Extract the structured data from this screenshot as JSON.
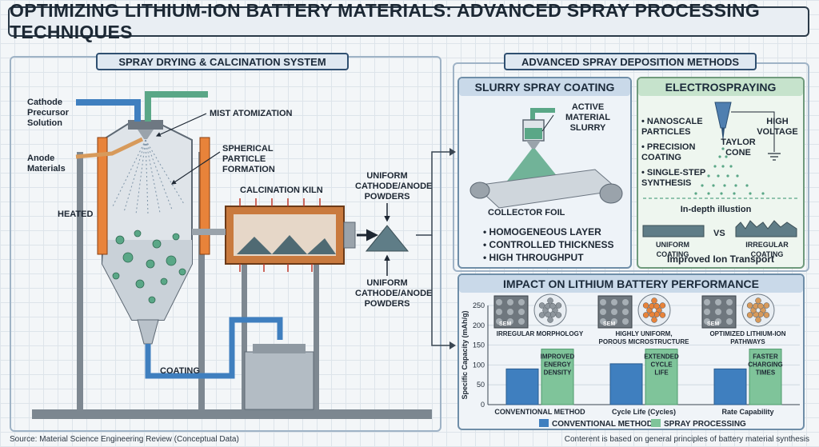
{
  "title": "OPTIMIZING LITHIUM-ION BATTERY MATERIALS: ADVANCED SPRAY PROCESSING TECHNIQUES",
  "left_section": {
    "heading": "SPRAY DRYING & CALCINATION SYSTEM",
    "cathode_label": "Cathode Precursor Solution",
    "anode_label": "Anode Materials",
    "mist_label": "MIST ATOMIZATION",
    "spherical_label": "SPHERICAL PARTICLE FORMATION",
    "heated_label": "HEATED",
    "kiln_label": "CALCINATION KILN",
    "coating_label": "COATING",
    "powder_top_label": "UNIFORM CATHODE/ANODE POWDERS",
    "powder_bottom_label": "UNIFORM CATHODE/ANODE POWDERS"
  },
  "right_section": {
    "heading": "ADVANCED SPRAY DEPOSITION METHODS",
    "slurry": {
      "heading": "SLURRY SPRAY COATING",
      "active_label": "ACTIVE MATERIAL SLURRY",
      "foil_label": "COLLECTOR FOIL",
      "bullets": [
        "HOMOGENEOUS LAYER",
        "CONTROLLED THICKNESS",
        "HIGH THROUGHPUT"
      ]
    },
    "electro": {
      "heading": "ELECTROSPRAYING",
      "bullets": [
        "NANOSCALE PARTICLES",
        "PRECISION COATING",
        "SINGLE-STEP SYNTHESIS"
      ],
      "voltage_label": "HIGH VOLTAGE",
      "taylor_label": "TAYLOR CONE",
      "indepth_label": "In-depth illustion",
      "uniform_label": "UNIFORM COATING",
      "vs_label": "VS",
      "irregular_label": "IRREGULAR COATING",
      "transport_label": "Improved Ion Transport"
    }
  },
  "impact": {
    "heading": "IMPACT ON LITHIUM BATTERY PERFORMANCE",
    "sem_tag": "SEM",
    "panels": [
      {
        "caption": "IRREGULAR MORPHOLOGY",
        "bar_note": "IMPROVED ENERGY DENSITY"
      },
      {
        "caption": "HIGHLY UNIFORM, POROUS MICROSTRUCTURE",
        "bar_note": "EXTENDED CYCLE LIFE"
      },
      {
        "caption": "OPTIMIZED LITHIUM-ION PATHWAYS",
        "bar_note": "FASTER CHARGING TIMES"
      }
    ]
  },
  "colors": {
    "conventional": "#3f7fbf",
    "spray": "#7fc49a",
    "heater": "#e8833a",
    "slurry": "#5aa787"
  },
  "chart_data": {
    "type": "bar",
    "categories": [
      "CONVENTIONAL METHOD",
      "Cycle Life (Cycles)",
      "Rate Capability"
    ],
    "ylabel": "Specific Capacity (mAh/g)",
    "ylim": [
      0,
      250
    ],
    "yticks": [
      0,
      50,
      100,
      150,
      200,
      250
    ],
    "series": [
      {
        "name": "CONVENTIONAL METHOD",
        "values": [
          90,
          103,
          90
        ]
      },
      {
        "name": "SPRAY PROCESSING",
        "values": [
          140,
          140,
          140
        ]
      }
    ],
    "legend": "bottom"
  },
  "footer": {
    "source": "Source: Material Science Engineering Review (Conceptual Data)",
    "note": "Conterent is based on general principles of battery material synthesis"
  }
}
